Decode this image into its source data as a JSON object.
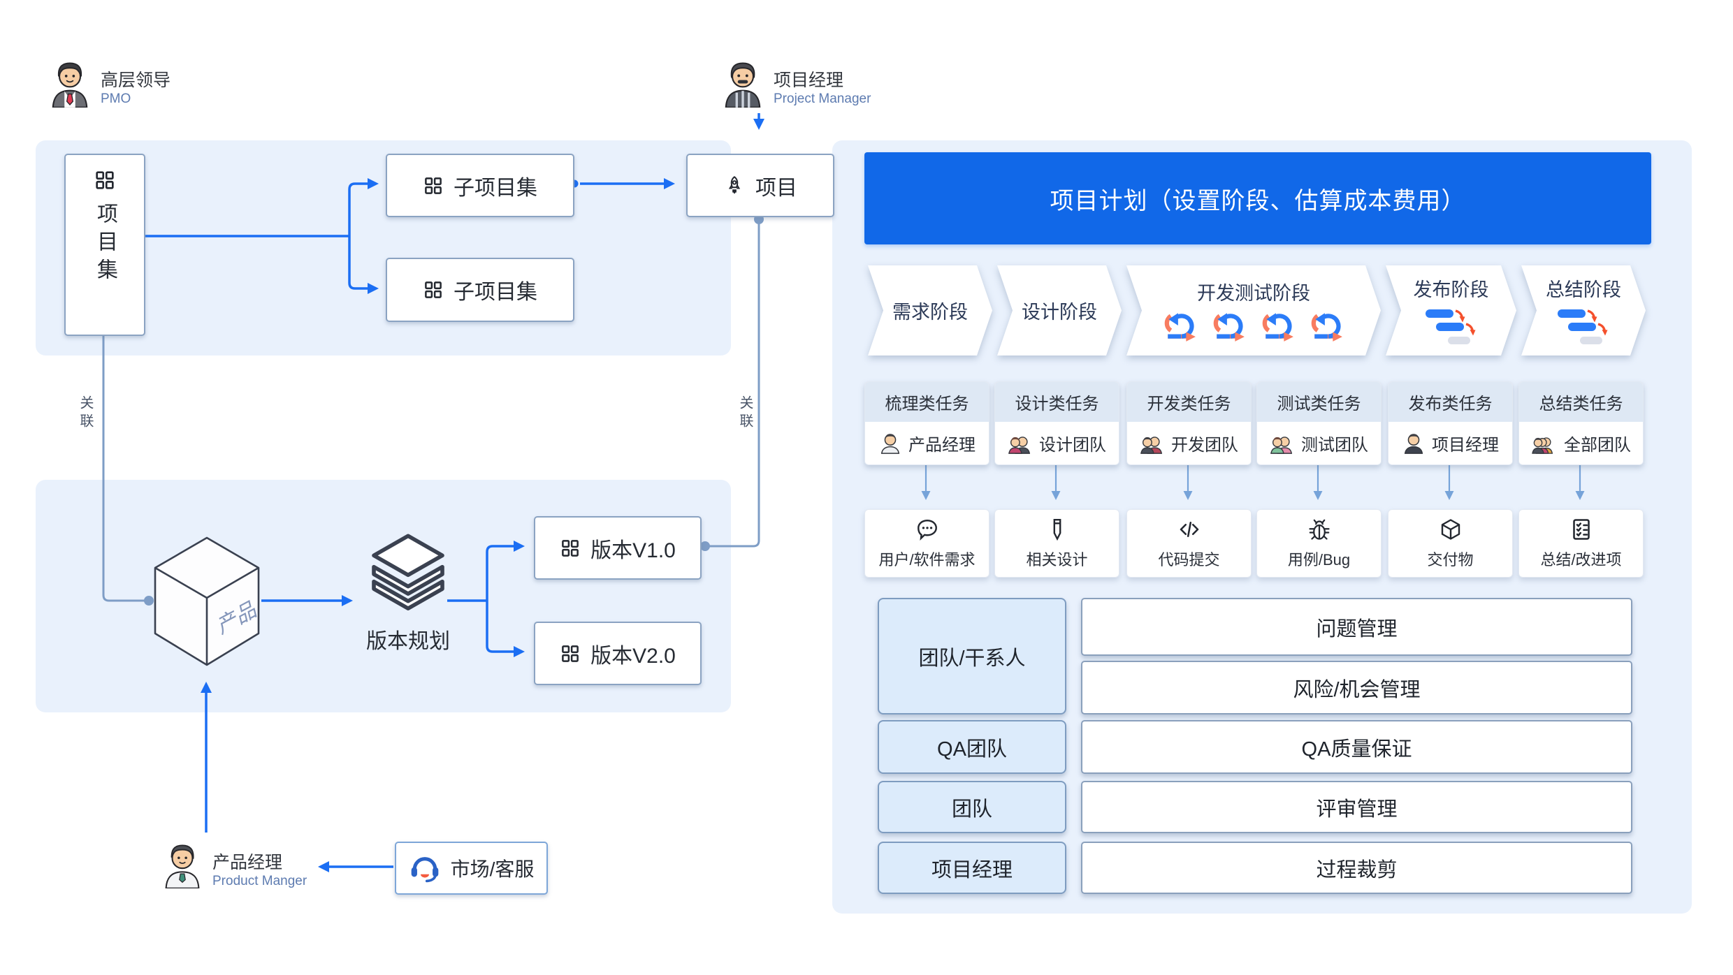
{
  "personas": {
    "pmo": {
      "name": "高层领导",
      "role": "PMO"
    },
    "project_manager": {
      "name": "项目经理",
      "role": "Project Manager"
    },
    "product_manager": {
      "name": "产品经理",
      "role": "Product Manger"
    }
  },
  "left": {
    "program": "项目集",
    "subprogram1": "子项目集",
    "subprogram2": "子项目集",
    "project": "项目",
    "relation_left": "关联",
    "relation_right": "关联",
    "product": "产品",
    "version_planning": "版本规划",
    "version_v1": "版本V1.0",
    "version_v2": "版本V2.0",
    "market_support": "市场/客服"
  },
  "right": {
    "header": "项目计划（设置阶段、估算成本费用）",
    "phases": [
      {
        "label": "需求阶段",
        "icon": "none"
      },
      {
        "label": "设计阶段",
        "icon": "none"
      },
      {
        "label": "开发测试阶段",
        "icon": "sprint-cycles"
      },
      {
        "label": "发布阶段",
        "icon": "gantt"
      },
      {
        "label": "总结阶段",
        "icon": "gantt"
      }
    ],
    "task_cards": [
      {
        "title": "梳理类任务",
        "owner": "产品经理",
        "avatar": "single-person"
      },
      {
        "title": "设计类任务",
        "owner": "设计团队",
        "avatar": "two-people"
      },
      {
        "title": "开发类任务",
        "owner": "开发团队",
        "avatar": "two-people"
      },
      {
        "title": "测试类任务",
        "owner": "测试团队",
        "avatar": "two-people"
      },
      {
        "title": "发布类任务",
        "owner": "项目经理",
        "avatar": "single-person"
      },
      {
        "title": "总结类任务",
        "owner": "全部团队",
        "avatar": "three-people"
      }
    ],
    "artifacts": [
      {
        "label": "用户/软件需求",
        "icon": "speech-bubble"
      },
      {
        "label": "相关设计",
        "icon": "pencil"
      },
      {
        "label": "代码提交",
        "icon": "code"
      },
      {
        "label": "用例/Bug",
        "icon": "bug"
      },
      {
        "label": "交付物",
        "icon": "package"
      },
      {
        "label": "总结/改进项",
        "icon": "checklist"
      }
    ],
    "governance": {
      "owners": [
        "团队/干系人",
        "QA团队",
        "团队",
        "项目经理"
      ],
      "activities": [
        "问题管理",
        "风险/机会管理",
        "QA质量保证",
        "评审管理",
        "过程裁剪"
      ]
    }
  },
  "colors": {
    "accent_blue": "#1b6ef3",
    "header_blue": "#1168e8",
    "panel_blue": "#e9f1fc",
    "connector_steel": "#7e9dc6",
    "sprint_orange": "#f87c60",
    "gantt_red": "#f4502c"
  }
}
